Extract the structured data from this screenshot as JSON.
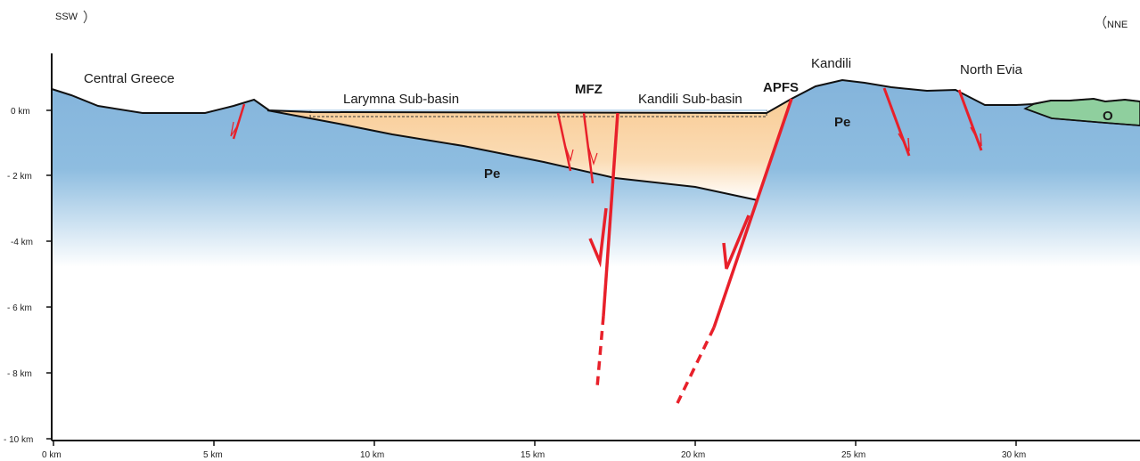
{
  "orientation": {
    "left": "SSW",
    "right": "NNE"
  },
  "places": {
    "central_greece": "Central Greece",
    "kandili": "Kandili",
    "north_evia": "North Evia",
    "larymna": "Larymna Sub-basin",
    "kandili_sub": "Kandili Sub-basin"
  },
  "faults": {
    "mfz": "MFZ",
    "apfs": "APFS"
  },
  "units": {
    "pe_left": "Pe",
    "pe_right": "Pe",
    "o": "O"
  },
  "depth_axis": {
    "ticks": [
      {
        "value": 0,
        "label": "0 km"
      },
      {
        "value": -2,
        "label": "- 2 km"
      },
      {
        "value": -4,
        "label": "-4 km"
      },
      {
        "value": -6,
        "label": "- 6 km"
      },
      {
        "value": -8,
        "label": "- 8 km"
      },
      {
        "value": -10,
        "label": "- 10 km"
      }
    ]
  },
  "distance_axis": {
    "ticks": [
      {
        "value": 0,
        "label": "0 km"
      },
      {
        "value": 5,
        "label": "5 km"
      },
      {
        "value": 10,
        "label": "10 km"
      },
      {
        "value": 15,
        "label": "15 km"
      },
      {
        "value": 20,
        "label": "20 km"
      },
      {
        "value": 25,
        "label": "25 km"
      },
      {
        "value": 30,
        "label": "30 km"
      }
    ]
  },
  "colors": {
    "basement_top": "#85b5dc",
    "basement_fade": "#ffffff",
    "basin_top": "#f9cf9c",
    "basin_bottom": "#ffffff",
    "ophiolite": "#8fcf9e",
    "fault": "#e8202a",
    "outline": "#111111"
  }
}
